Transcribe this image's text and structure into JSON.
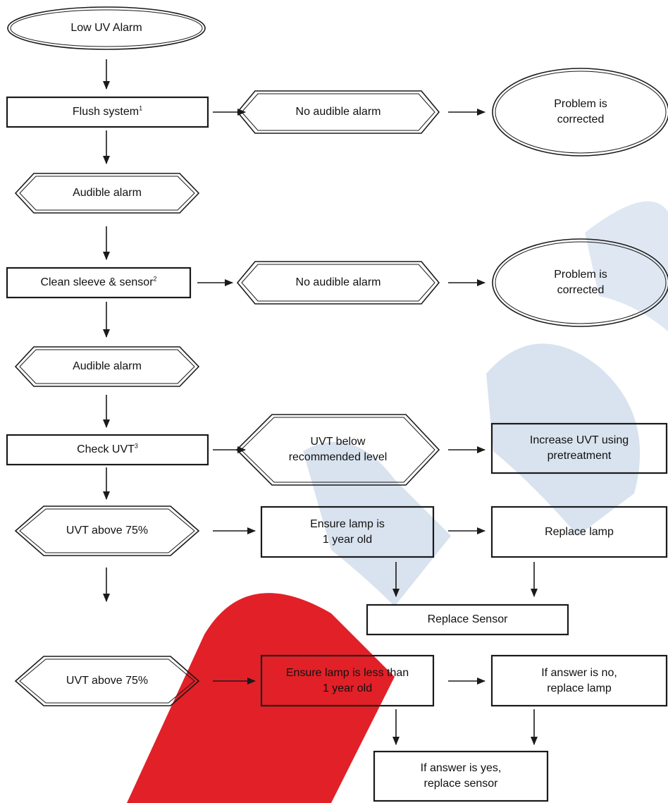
{
  "colors": {
    "stroke": "#1a1a1a",
    "text": "#111111",
    "watermark_red": "#e0141c",
    "watermark_blue": "#2b63a6"
  },
  "nodes": {
    "start": "Low UV Alarm",
    "flush": {
      "text": "Flush system",
      "note": "1"
    },
    "no_alarm_1": "No audible alarm",
    "corrected_1": "Problem is\ncorrected",
    "audible_1": "Audible alarm",
    "clean": {
      "text": "Clean sleeve & sensor",
      "note": "2"
    },
    "no_alarm_2": "No audible alarm",
    "corrected_2": "Problem is\ncorrected",
    "audible_2": "Audible alarm",
    "check_uvt": {
      "text": "Check UVT",
      "note": "3"
    },
    "uvt_below": "UVT below\nrecommended level",
    "increase_uvt": "Increase UVT using\npretreatment",
    "uvt_above_1": "UVT above 75%",
    "ensure_lamp_1": "Ensure lamp is\n1 year old",
    "replace_lamp": "Replace lamp",
    "replace_sensor": "Replace Sensor",
    "uvt_above_2": "UVT above 75%",
    "ensure_lamp_2": "Ensure lamp is less than\n1 year old",
    "answer_no": "If answer is no,\nreplace lamp",
    "answer_yes": "If answer is yes,\nreplace sensor"
  }
}
